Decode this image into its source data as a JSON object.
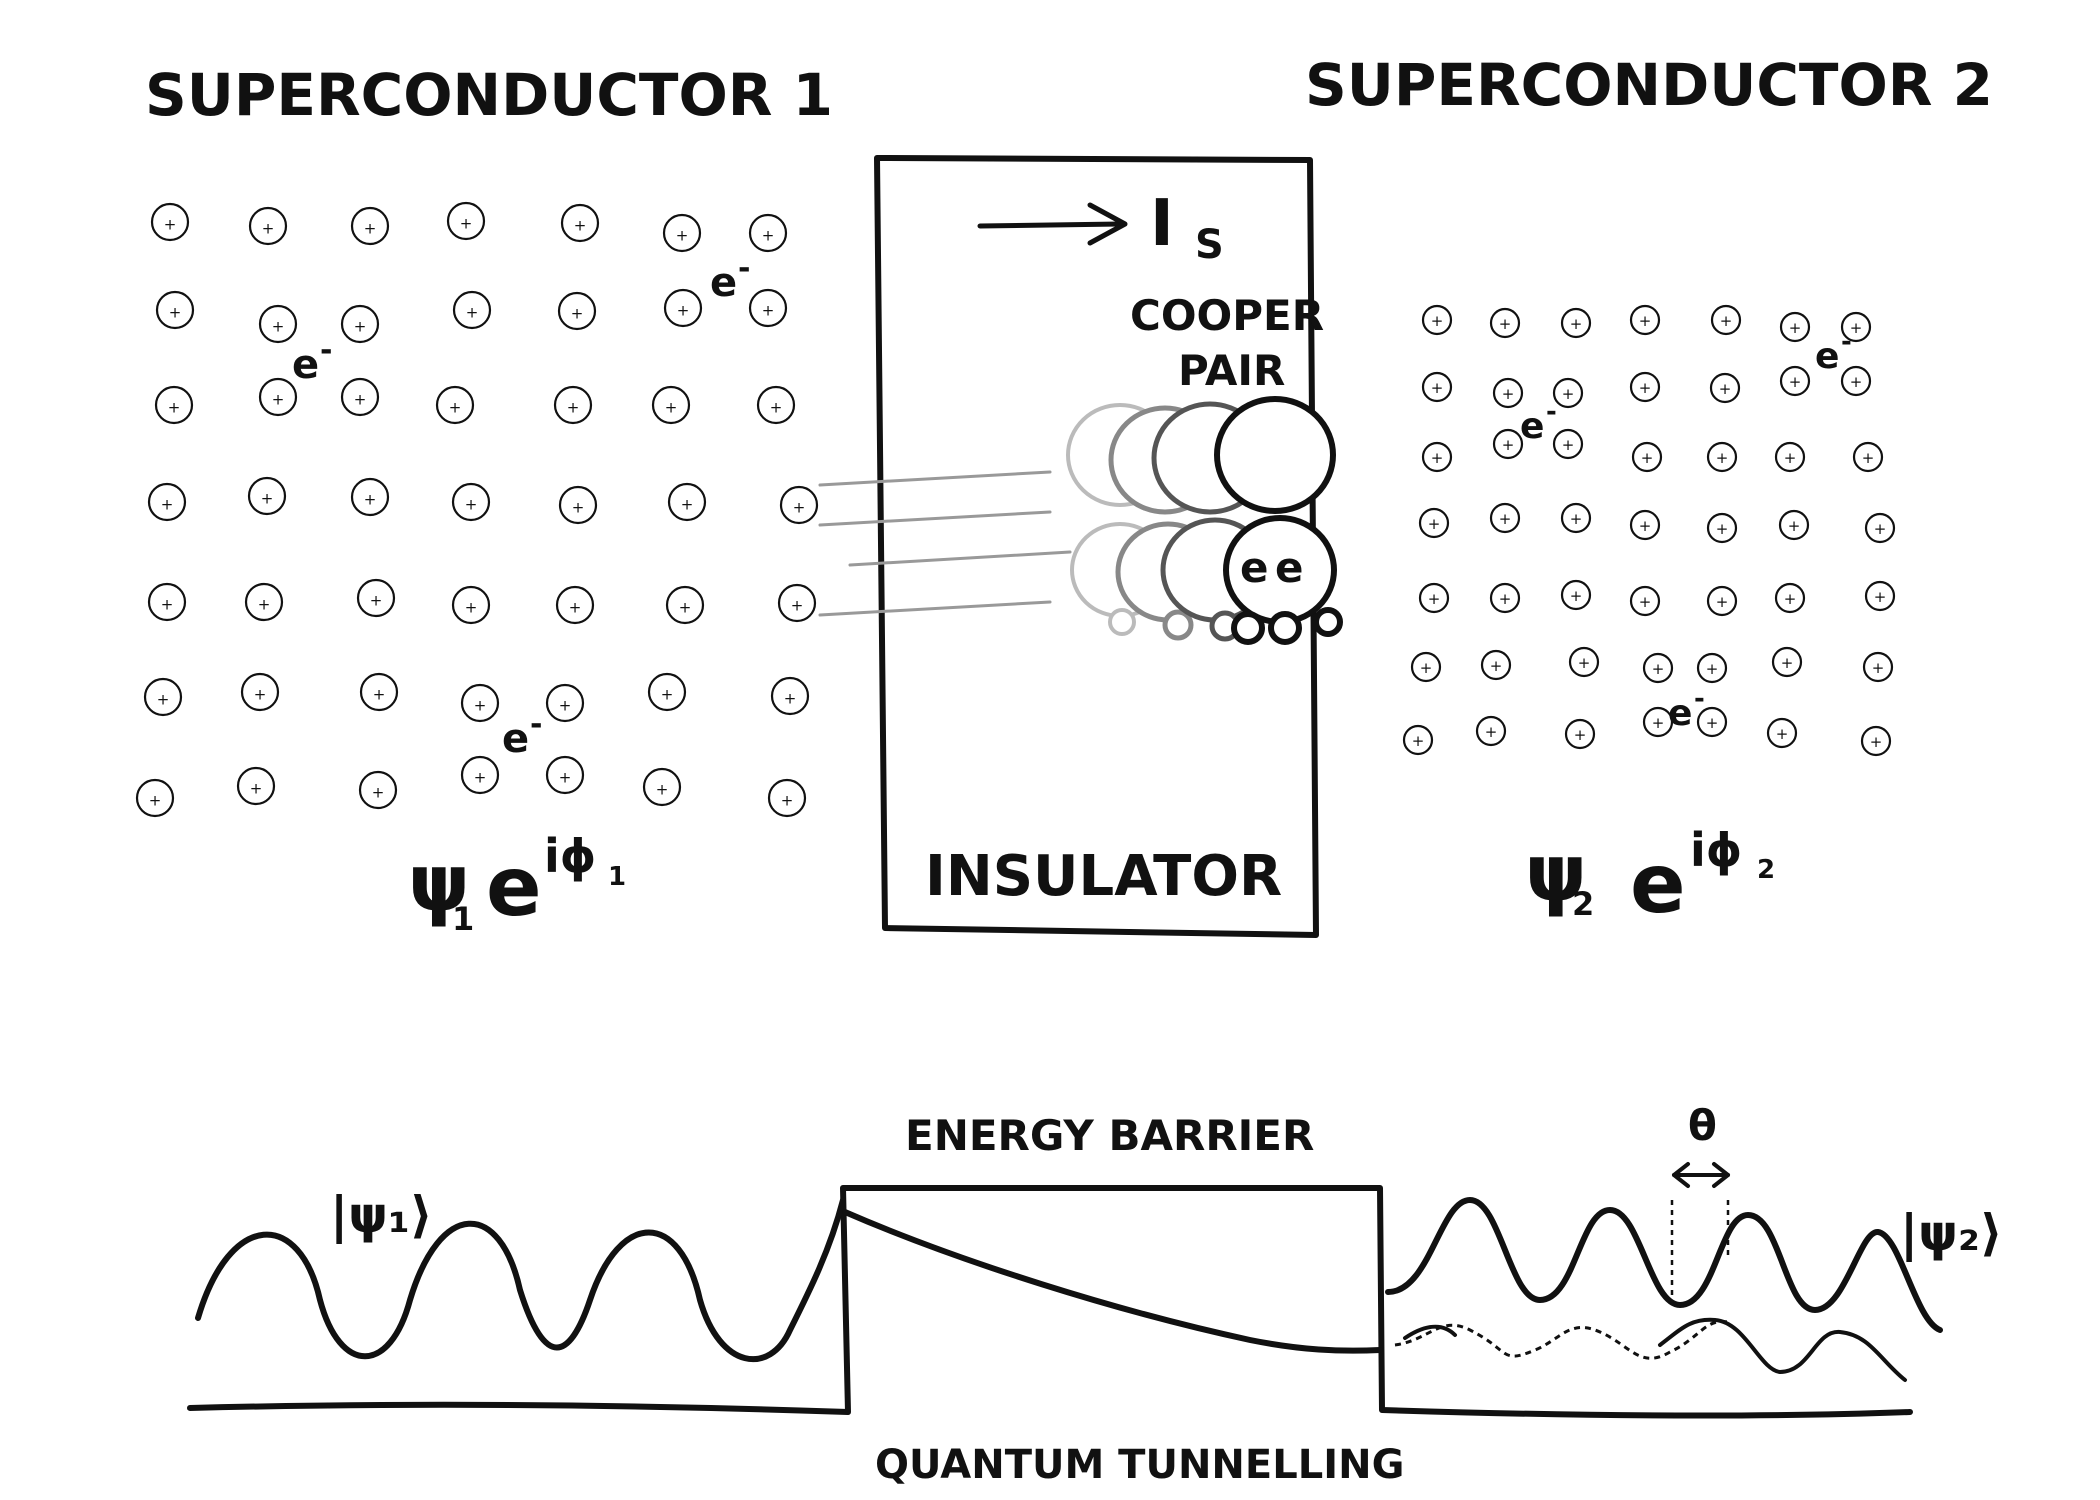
{
  "labels": {
    "sc1_title": "SUPERCONDUCTOR 1",
    "sc2_title": "SUPERCONDUCTOR 2",
    "current": "I",
    "current_sub": "S",
    "cooper_line1": "COOPER",
    "cooper_line2": "PAIR",
    "insulator": "INSULATOR",
    "wf1_main": "ψ",
    "wf1_sub": "1",
    "wf1_e": "e",
    "wf1_exp": "iϕ",
    "wf1_exp_sub": "1",
    "wf2_main": "ψ",
    "wf2_sub": "2",
    "wf2_e": "e",
    "wf2_exp": "iϕ",
    "wf2_exp_sub": "2",
    "electron": "e",
    "electron_sup": "-",
    "energy_barrier": "ENERGY BARRIER",
    "theta": "θ",
    "ket1": "|ψ₁⟩",
    "ket2": "|ψ₂⟩",
    "tunnelling": "QUANTUM TUNNELLING"
  },
  "ion_symbol": "+",
  "colors": {
    "ink": "#111111",
    "ghost1": "#bbbbbb",
    "ghost2": "#888888",
    "ghost3": "#555555"
  }
}
